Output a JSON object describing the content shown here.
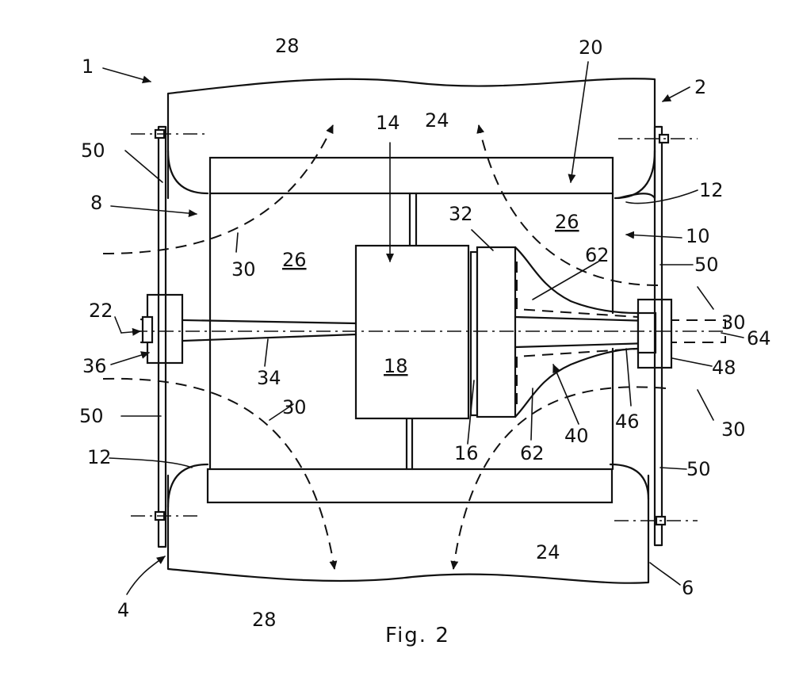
{
  "caption": "Fig. 2",
  "labels": {
    "l1": "1",
    "l2": "2",
    "l4": "4",
    "l6": "6",
    "l8": "8",
    "l10": "10",
    "l12a": "12",
    "l12b": "12",
    "l14": "14",
    "l16": "16",
    "l18": "18",
    "l20": "20",
    "l22": "22",
    "l24a": "24",
    "l24b": "24",
    "l26a": "26",
    "l26b": "26",
    "l28a": "28",
    "l28b": "28",
    "l30a": "30",
    "l30b": "30",
    "l30c": "30",
    "l30d": "30",
    "l32": "32",
    "l34": "34",
    "l36": "36",
    "l40": "40",
    "l46": "46",
    "l48": "48",
    "l50a": "50",
    "l50b": "50",
    "l50c": "50",
    "l50d": "50",
    "l62a": "62",
    "l62b": "62",
    "l64": "64"
  }
}
